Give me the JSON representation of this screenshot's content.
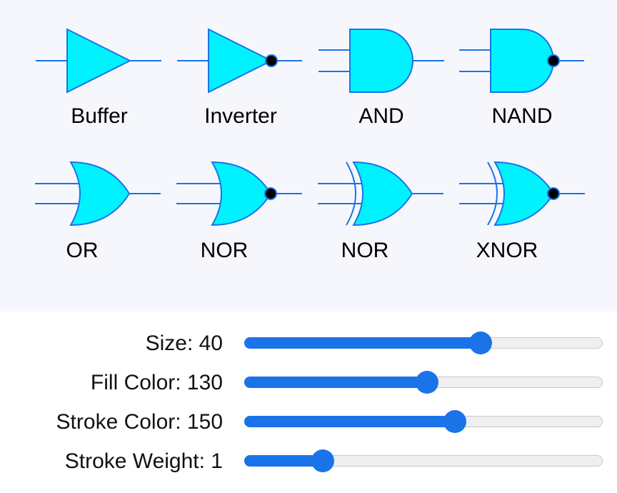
{
  "gates": [
    {
      "type": "buffer",
      "label": "Buffer"
    },
    {
      "type": "inverter",
      "label": "Inverter"
    },
    {
      "type": "and",
      "label": "AND"
    },
    {
      "type": "nand",
      "label": "NAND"
    },
    {
      "type": "or",
      "label": "OR"
    },
    {
      "type": "nor",
      "label": "NOR"
    },
    {
      "type": "xor",
      "label": "NOR"
    },
    {
      "type": "xnor",
      "label": "XNOR"
    }
  ],
  "controls": [
    {
      "label": "Size: 40",
      "fraction": 0.66
    },
    {
      "label": "Fill Color: 130",
      "fraction": 0.51
    },
    {
      "label": "Stroke Color: 150",
      "fraction": 0.587
    },
    {
      "label": "Stroke Weight: 1",
      "fraction": 0.22
    }
  ],
  "colors": {
    "gate_fill": "#00f2ff",
    "gate_stroke": "#1a73e8",
    "bubble": "#000000",
    "slider_accent": "#1a73e8",
    "background": "#f6f7fd"
  }
}
